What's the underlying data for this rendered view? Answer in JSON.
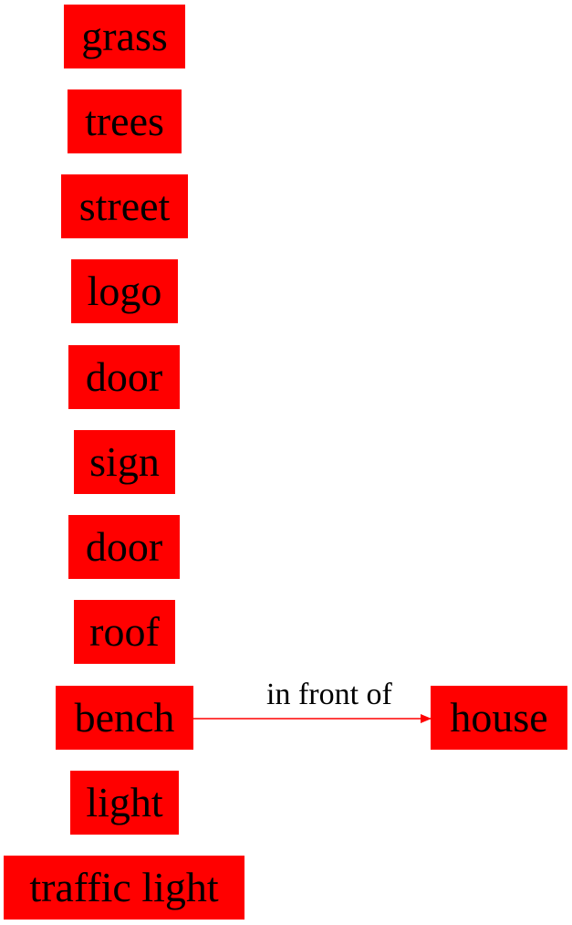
{
  "colors": {
    "node_fill": "#ff0000",
    "edge_stroke": "#ff0000",
    "text": "#000000",
    "background": "#ffffff"
  },
  "nodes": [
    {
      "id": "grass",
      "label": "grass"
    },
    {
      "id": "trees",
      "label": "trees"
    },
    {
      "id": "street",
      "label": "street"
    },
    {
      "id": "logo",
      "label": "logo"
    },
    {
      "id": "door1",
      "label": "door"
    },
    {
      "id": "sign",
      "label": "sign"
    },
    {
      "id": "door2",
      "label": "door"
    },
    {
      "id": "roof",
      "label": "roof"
    },
    {
      "id": "bench",
      "label": "bench"
    },
    {
      "id": "light",
      "label": "light"
    },
    {
      "id": "traffic_light",
      "label": "traffic light"
    },
    {
      "id": "house",
      "label": "house"
    }
  ],
  "edges": [
    {
      "from": "bench",
      "to": "house",
      "label": "in front of"
    }
  ]
}
